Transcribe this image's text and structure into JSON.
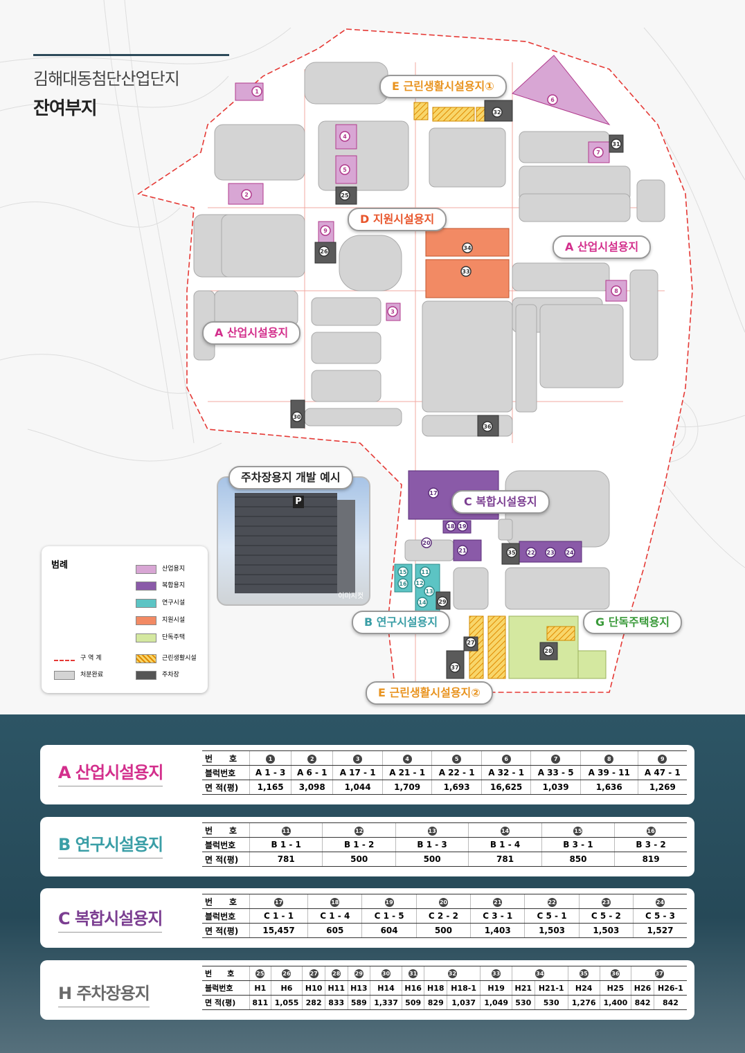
{
  "header": {
    "title": "김해대동첨단산업단지",
    "subtitle": "잔여부지"
  },
  "map_labels": {
    "e1": "E 근린생활시설용지①",
    "d": "D 지원시설용지",
    "a_right": "A 산업시설용지",
    "a_left": "A 산업시설용지",
    "c": "C 복합시설용지",
    "b": "B 연구시설용지",
    "g": "G 단독주택용지",
    "e2": "E 근린생활시설용지②"
  },
  "photo": {
    "label": "주차장용지 개발 예시",
    "caption": "이미지컷",
    "sign": "P"
  },
  "legend": {
    "title": "범례",
    "items": [
      {
        "label": "산업용지",
        "color": "#d8a6d4"
      },
      {
        "label": "복합용지",
        "color": "#8a5aa8"
      },
      {
        "label": "연구시설",
        "color": "#5cc4c4"
      },
      {
        "label": "지원시설",
        "color": "#f28a64"
      },
      {
        "label": "단독주택",
        "color": "#d4e8a0"
      },
      {
        "label": "근린생활시설",
        "color": "#f0c040"
      },
      {
        "label": "주차장",
        "color": "#555555"
      }
    ],
    "boundary_label": "구 역 계",
    "sold_label": "처분완료"
  },
  "colors": {
    "A": "#d32f8c",
    "B": "#3a9ea6",
    "C": "#7b3e91",
    "H": "#6a6a6a",
    "D": "#e8552b",
    "E": "#e8931f",
    "G": "#3a9a3a"
  },
  "tables": {
    "row_labels": [
      "번　　호",
      "블럭번호",
      "면 적(평)"
    ],
    "A": {
      "title": "A 산업시설용지",
      "nums": [
        "1",
        "2",
        "3",
        "4",
        "5",
        "6",
        "7",
        "8",
        "9"
      ],
      "blocks": [
        "A 1 - 3",
        "A 6 - 1",
        "A 17 - 1",
        "A 21 - 1",
        "A 22 - 1",
        "A 32 - 1",
        "A 33 - 5",
        "A 39 - 11",
        "A 47 - 1"
      ],
      "areas": [
        "1,165",
        "3,098",
        "1,044",
        "1,709",
        "1,693",
        "16,625",
        "1,039",
        "1,636",
        "1,269"
      ]
    },
    "B": {
      "title": "B 연구시설용지",
      "nums": [
        "11",
        "12",
        "13",
        "14",
        "15",
        "16"
      ],
      "blocks": [
        "B 1 - 1",
        "B 1 - 2",
        "B 1 - 3",
        "B 1 - 4",
        "B 3 - 1",
        "B 3 - 2"
      ],
      "areas": [
        "781",
        "500",
        "500",
        "781",
        "850",
        "819"
      ]
    },
    "C": {
      "title": "C 복합시설용지",
      "nums": [
        "17",
        "18",
        "19",
        "20",
        "21",
        "22",
        "23",
        "24"
      ],
      "blocks": [
        "C 1 - 1",
        "C 1 - 4",
        "C 1 - 5",
        "C 2 - 2",
        "C 3 - 1",
        "C 5 - 1",
        "C 5 - 2",
        "C 5 - 3"
      ],
      "areas": [
        "15,457",
        "605",
        "604",
        "500",
        "1,403",
        "1,503",
        "1,503",
        "1,527"
      ]
    },
    "H": {
      "title": "H 주차장용지",
      "nums": [
        "25",
        "26",
        "27",
        "28",
        "29",
        "30",
        "31",
        "32",
        "33",
        "34",
        "35",
        "36",
        "37"
      ],
      "num_spans": [
        1,
        1,
        1,
        1,
        1,
        1,
        1,
        2,
        1,
        2,
        1,
        1,
        2
      ],
      "blocks": [
        "H1",
        "H6",
        "H10",
        "H11",
        "H13",
        "H14",
        "H16",
        "H18",
        "H18-1",
        "H19",
        "H21",
        "H21-1",
        "H24",
        "H25",
        "H26",
        "H26-1"
      ],
      "areas": [
        "811",
        "1,055",
        "282",
        "833",
        "589",
        "1,337",
        "509",
        "829",
        "1,037",
        "1,049",
        "530",
        "530",
        "1,276",
        "1,400",
        "842",
        "842"
      ]
    }
  }
}
